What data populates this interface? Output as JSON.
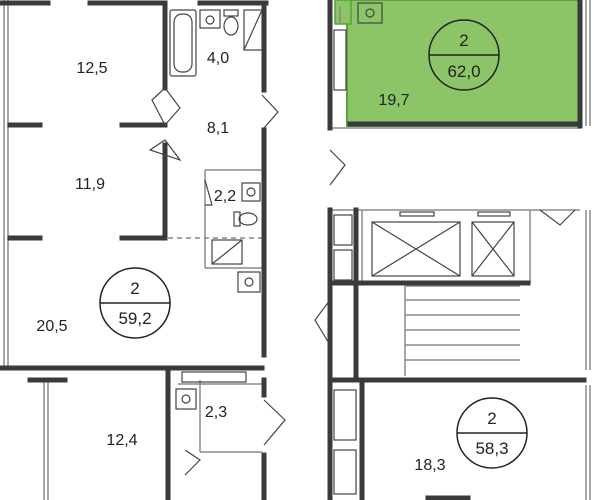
{
  "colors": {
    "wall": "#3a3a3a",
    "thin": "#8a8a8a",
    "highlight_fill": "#8cc468",
    "highlight_stroke": "#5aa23a",
    "fixture": "#444444"
  },
  "rooms": {
    "room_12_5": "12,5",
    "room_4_0": "4,0",
    "room_8_1": "8,1",
    "room_11_9": "11,9",
    "room_2_2": "2,2",
    "room_20_5": "20,5",
    "room_12_4": "12,4",
    "room_2_3": "2,3",
    "room_19_7": "19,7",
    "room_18_3": "18,3"
  },
  "apartments": [
    {
      "rooms": "2",
      "area": "59,2"
    },
    {
      "rooms": "2",
      "area": "62,0"
    },
    {
      "rooms": "2",
      "area": "58,3"
    }
  ]
}
